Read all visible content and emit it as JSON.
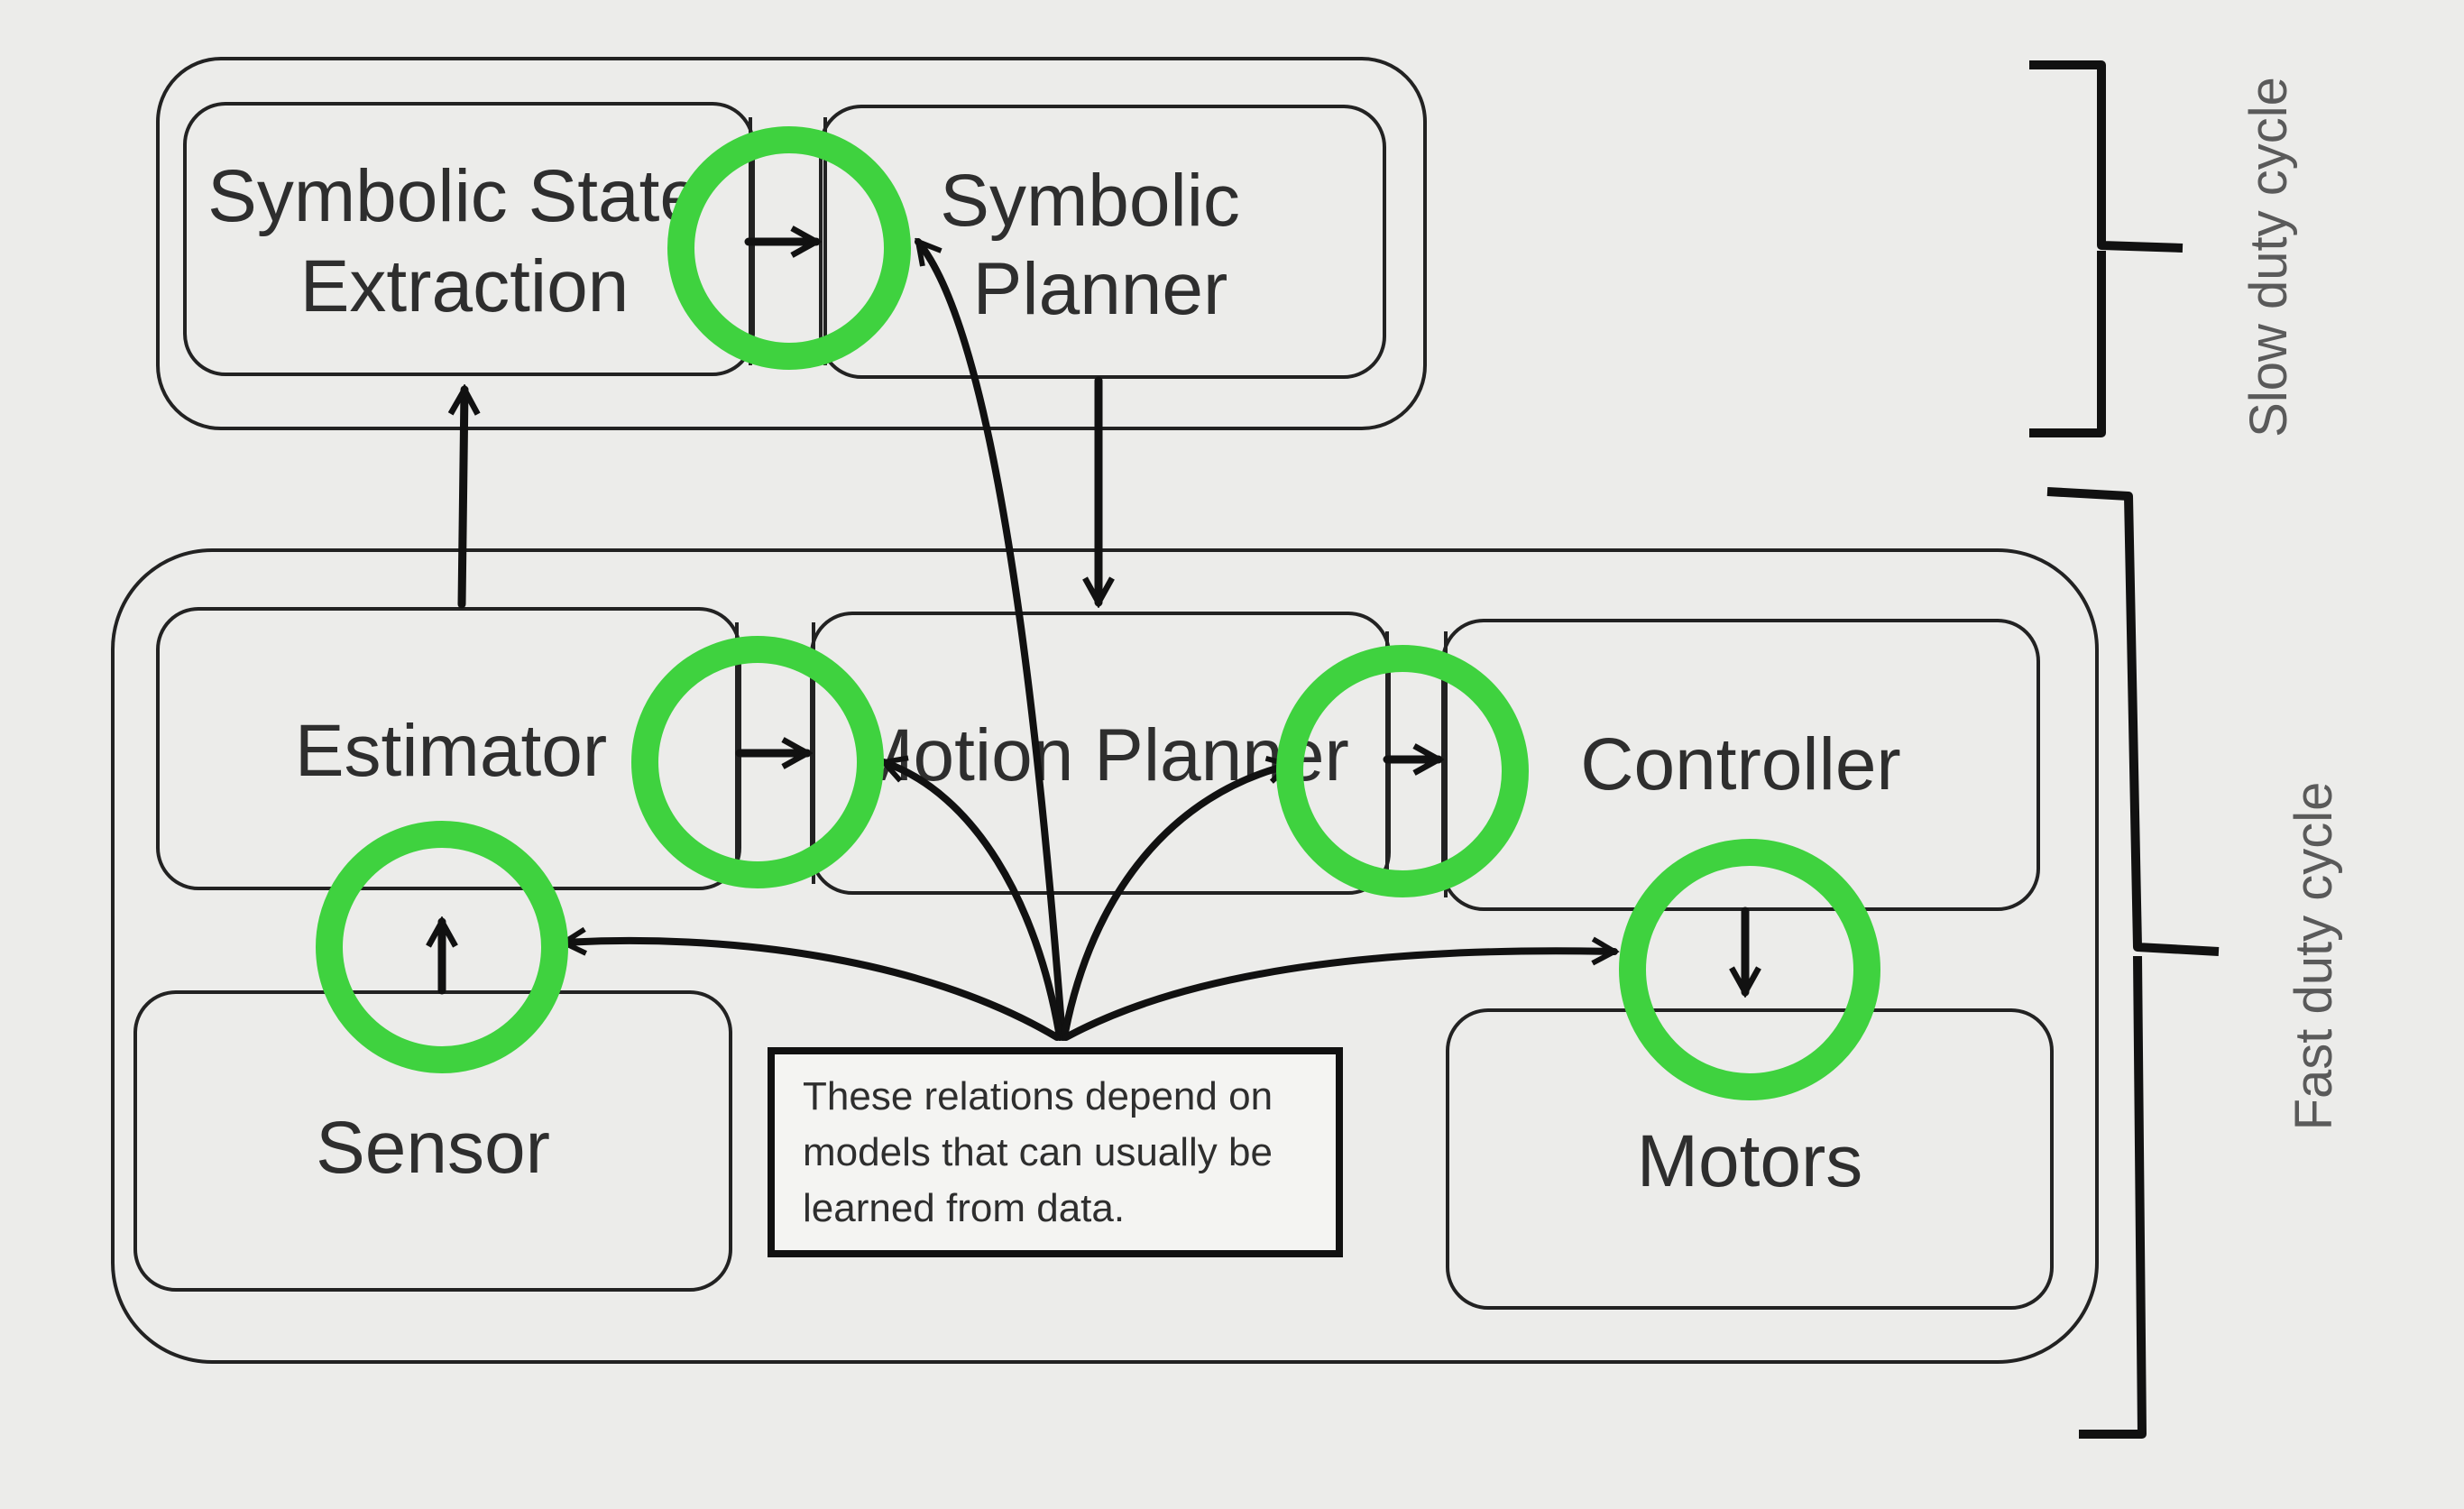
{
  "diagram": {
    "nodes": {
      "symbolic_state_extraction": {
        "lines": [
          "Symbolic State",
          "Extraction"
        ]
      },
      "symbolic_planner": {
        "lines": [
          "Symbolic",
          "Planner"
        ]
      },
      "estimator": {
        "lines": [
          "Estimator"
        ]
      },
      "motion_planner": {
        "lines": [
          "Motion Planner"
        ]
      },
      "controller": {
        "lines": [
          "Controller"
        ]
      },
      "sensor": {
        "lines": [
          "Sensor"
        ]
      },
      "motors": {
        "lines": [
          "Motors"
        ]
      }
    },
    "note": {
      "lines": [
        "These relations depend on",
        "models that can usually be",
        "learned from data."
      ]
    },
    "cycles": {
      "slow": "Slow duty cycle",
      "fast": "Fast duty cycle"
    },
    "colors": {
      "background": "#ececea",
      "stroke": "#1a1a1a",
      "highlight": "#3fd23f",
      "text": "#2e2e2e"
    }
  }
}
